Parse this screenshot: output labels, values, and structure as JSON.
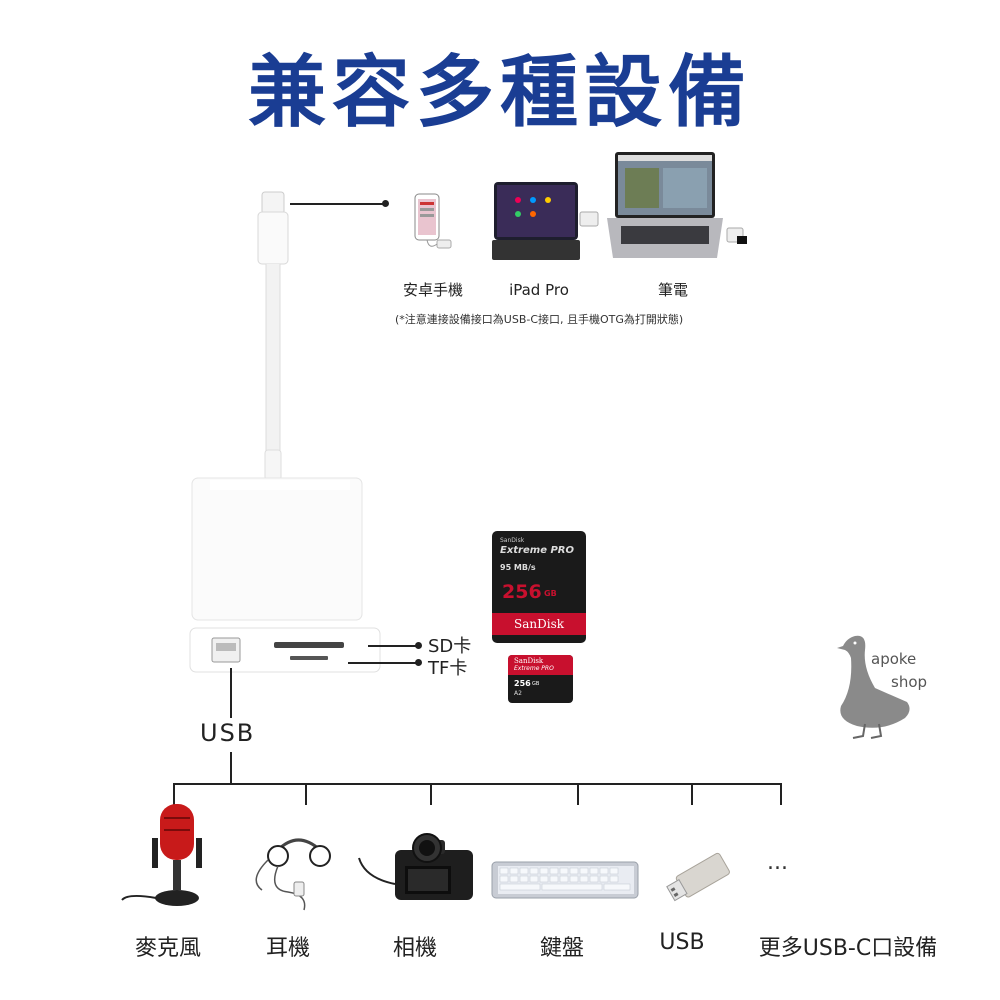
{
  "title": "兼容多種設備",
  "devices": [
    {
      "label": "安卓手機",
      "icon": "android-phone-icon"
    },
    {
      "label": "iPad Pro",
      "icon": "ipad-pro-icon"
    },
    {
      "label": "筆電",
      "icon": "laptop-icon"
    }
  ],
  "note": "(*注意連接設備接口為USB-C接口, 且手機OTG為打開狀態)",
  "ports": {
    "sd_label": "SD卡",
    "tf_label": "TF卡",
    "usb_label": "USB"
  },
  "sd_card": {
    "brand_top": "SanDisk",
    "line": "Extreme PRO",
    "speed": "95 MB/s",
    "capacity": "256",
    "unit": "GB",
    "brand_bottom": "SanDisk"
  },
  "micro_card": {
    "brand": "SanDisk",
    "line": "Extreme PRO",
    "capacity": "256",
    "unit": "GB",
    "class": "A2"
  },
  "logo": {
    "line1": "apoke",
    "line2": "shop"
  },
  "usb_devices": [
    {
      "label": "麥克風",
      "icon": "microphone-icon"
    },
    {
      "label": "耳機",
      "icon": "earphones-icon"
    },
    {
      "label": "相機",
      "icon": "camera-icon"
    },
    {
      "label": "鍵盤",
      "icon": "keyboard-icon"
    },
    {
      "label": "USB",
      "icon": "usb-drive-icon"
    },
    {
      "label": "更多USB-C口設備",
      "icon": "more-icon",
      "glyph": "..."
    }
  ],
  "colors": {
    "title": "#1a3d93",
    "sd_red": "#c8102e",
    "card_black": "#1a1a1a"
  }
}
